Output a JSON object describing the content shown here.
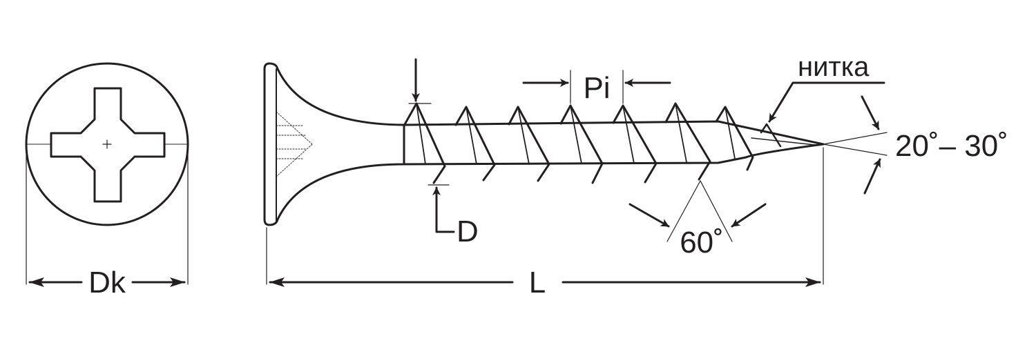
{
  "labels": {
    "dk": "Dk",
    "l": "L",
    "d": "D",
    "pi": "Pi",
    "thread": "нитка",
    "point_angle": "20˚– 30˚",
    "thread_angle": "60˚"
  },
  "colors": {
    "line": "#231f20",
    "background": "#ffffff"
  }
}
